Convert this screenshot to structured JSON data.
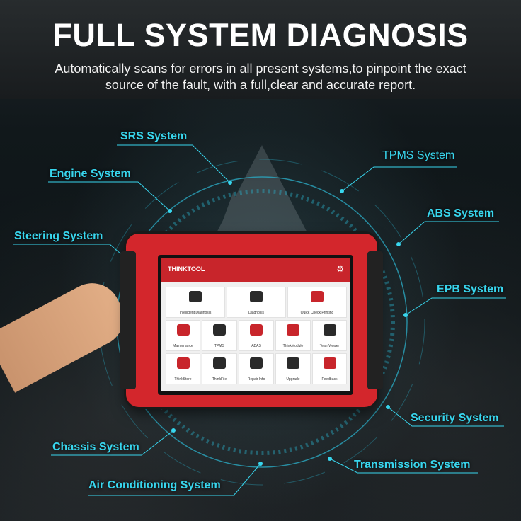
{
  "header": {
    "title": "FULL SYSTEM DIAGNOSIS",
    "subtitle_line1": "Automatically scans for errors in all present systems,to pinpoint the exact",
    "subtitle_line2": "source of the fault, with a full,clear and accurate report."
  },
  "systems": [
    "SRS System",
    "TPMS System",
    "Engine System",
    "ABS System",
    "Steering System",
    "EPB System",
    "Security System",
    "Chassis System",
    "Transmission System",
    "Air Conditioning System"
  ],
  "device": {
    "brand": "THINKTOOL",
    "apps_row1": [
      "Intelligent Diagnosis",
      "Diagnosis",
      "Quick Check Printing"
    ],
    "apps_row2": [
      "Maintenance",
      "TPMS",
      "ADAS",
      "ThinkModule",
      "TeamViewer"
    ],
    "apps_row3": [
      "ThinkStore",
      "ThinkFile",
      "Repair Info",
      "Upgrade",
      "Feedback"
    ]
  },
  "colors": {
    "accent": "#38d6ee",
    "device_red": "#d3262c",
    "title": "#ffffff"
  },
  "icons": [
    "gear-icon"
  ]
}
